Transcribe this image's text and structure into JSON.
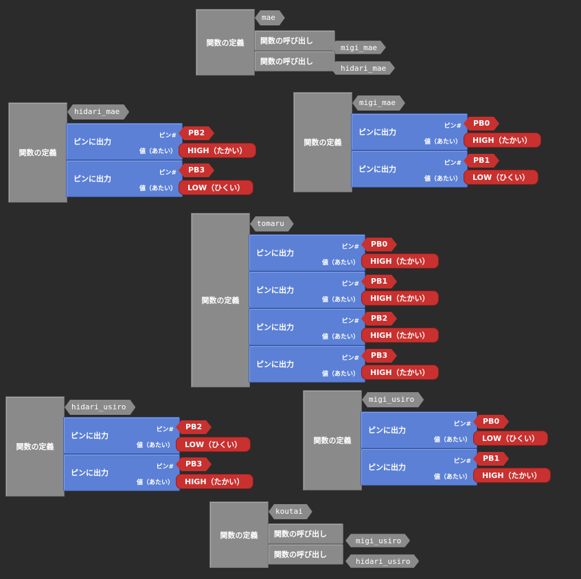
{
  "labels": {
    "define": "関数の定義",
    "call": "関数の呼び出し",
    "pin_out": "ピンに出力",
    "pin": "ピン#",
    "value": "値（あたい）"
  },
  "functions": {
    "mae": {
      "name": "mae",
      "calls": [
        "migi_mae",
        "hidari_mae"
      ]
    },
    "hidari_mae": {
      "name": "hidari_mae",
      "outputs": [
        {
          "pin": "PB2",
          "value": "HIGH（たかい）"
        },
        {
          "pin": "PB3",
          "value": "LOW（ひくい）"
        }
      ]
    },
    "migi_mae": {
      "name": "migi_mae",
      "outputs": [
        {
          "pin": "PB0",
          "value": "HIGH（たかい）"
        },
        {
          "pin": "PB1",
          "value": "LOW（ひくい）"
        }
      ]
    },
    "tomaru": {
      "name": "tomaru",
      "outputs": [
        {
          "pin": "PB0",
          "value": "HIGH（たかい）"
        },
        {
          "pin": "PB1",
          "value": "HIGH（たかい）"
        },
        {
          "pin": "PB2",
          "value": "HIGH（たかい）"
        },
        {
          "pin": "PB3",
          "value": "HIGH（たかい）"
        }
      ]
    },
    "hidari_usiro": {
      "name": "hidari_usiro",
      "outputs": [
        {
          "pin": "PB2",
          "value": "LOW（ひくい）"
        },
        {
          "pin": "PB3",
          "value": "HIGH（たかい）"
        }
      ]
    },
    "migi_usiro": {
      "name": "migi_usiro",
      "outputs": [
        {
          "pin": "PB0",
          "value": "LOW（ひくい）"
        },
        {
          "pin": "PB1",
          "value": "HIGH（たかい）"
        }
      ]
    },
    "koutai": {
      "name": "koutai",
      "calls": [
        "migi_usiro",
        "hidari_usiro"
      ]
    }
  },
  "colors": {
    "background": "#2b2b2b",
    "procedure": "#8a8a8a",
    "pin_block": "#5b80d6",
    "value_block": "#c8312f"
  }
}
